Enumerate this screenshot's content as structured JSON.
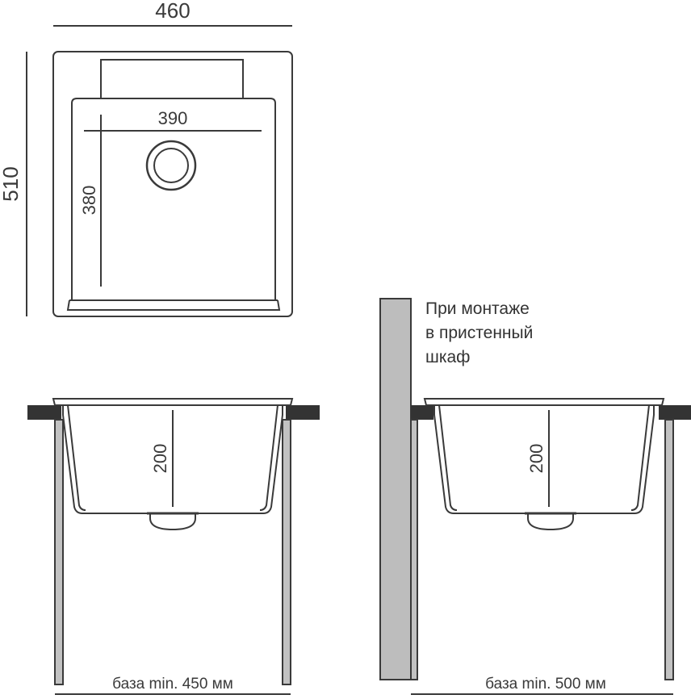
{
  "top_view": {
    "width_label": "460",
    "depth_label": "510",
    "bowl_width_label": "390",
    "bowl_depth_label": "380"
  },
  "section_left": {
    "depth_label": "200",
    "base_label": "база min. 450 мм"
  },
  "section_right": {
    "depth_label": "200",
    "base_label": "база min. 500 мм",
    "note_lines": [
      "При монтаже",
      "в пристенный",
      "шкаф"
    ]
  },
  "colors": {
    "stroke": "#3a3a3a",
    "counter": "#333333",
    "leg_fill": "#c2c2c2",
    "wall_fill": "#bdbdbd"
  }
}
